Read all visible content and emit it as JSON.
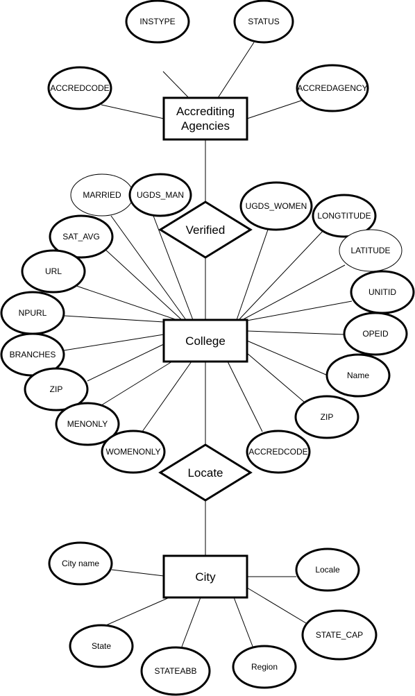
{
  "colors": {
    "stroke": "#000000",
    "fill": "#ffffff",
    "background": "#ffffff"
  },
  "entities": {
    "accrediting_agencies": {
      "lines": [
        "Accrediting",
        "Agencies"
      ]
    },
    "college": {
      "label": "College"
    },
    "city": {
      "label": "City"
    }
  },
  "relationships": {
    "verified": {
      "label": "Verified"
    },
    "locate": {
      "label": "Locate"
    }
  },
  "attributes": {
    "agency": {
      "instype": "INSTYPE",
      "status": "STATUS",
      "accredcode": "ACCREDCODE",
      "accredagency": "ACCREDAGENCY"
    },
    "college": {
      "married": "MARRIED",
      "ugds_man": "UGDS_MAN",
      "ugds_women": "UGDS_WOMEN",
      "longtitude": "LONGTITUDE",
      "latitude": "LATITUDE",
      "sat_avg": "SAT_AVG",
      "url": "URL",
      "unitid": "UNITID",
      "npurl": "NPURL",
      "opeid": "OPEID",
      "branches": "BRANCHES",
      "name": "Name",
      "zip_left": "ZIP",
      "zip_right": "ZIP",
      "menonly": "MENONLY",
      "womenonly": "WOMENONLY",
      "accredcode": "ACCREDCODE"
    },
    "city": {
      "city_name": "City name",
      "locale": "Locale",
      "state": "State",
      "stateabb": "STATEABB",
      "region": "Region",
      "state_cap": "STATE_CAP"
    }
  }
}
